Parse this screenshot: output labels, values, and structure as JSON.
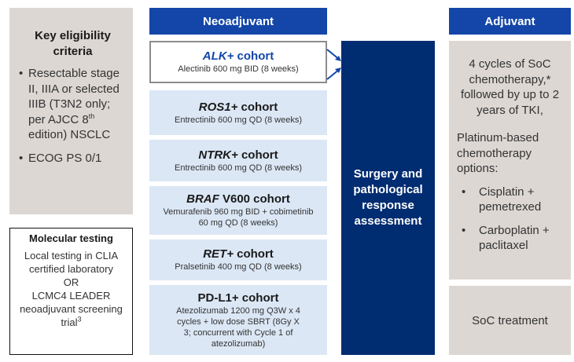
{
  "eligibility": {
    "title": "Key eligibility criteria",
    "item1_main": "Resectable stage II, IIIA or selected IIIB (T3N2 only; per AJCC 8",
    "item1_sup": "th",
    "item1_tail": " edition) NSCLC",
    "item2": "ECOG PS 0/1"
  },
  "molecular": {
    "title": "Molecular testing",
    "line1": "Local testing in CLIA certified laboratory",
    "line2": "OR",
    "line3": "LCMC4 LEADER neoadjuvant screening trial",
    "line3_sup": "3"
  },
  "neoadjuvant": {
    "header": "Neoadjuvant",
    "cohorts": [
      {
        "italic": "ALK+",
        "rest": " cohort",
        "drug": "Alectinib 600 mg BID (8 weeks)"
      },
      {
        "italic": "ROS1+",
        "rest": " cohort",
        "drug": "Entrectinib 600 mg QD (8 weeks)"
      },
      {
        "italic": "NTRK+",
        "rest": " cohort",
        "drug": "Entrectinib 600 mg QD (8 weeks)"
      },
      {
        "italic": "BRAF",
        "rest": " V600 cohort",
        "drug": "Vemurafenib 960 mg BID + cobimetinib 60 mg QD (8 weeks)"
      },
      {
        "italic": "RET+",
        "rest": " cohort",
        "drug": "Pralsetinib 400 mg QD (8 weeks)"
      },
      {
        "italic": "",
        "rest": "PD-L1+ cohort",
        "drug": "Atezolizumab 1200 mg Q3W x 4 cycles + low dose SBRT (8Gy X 3; concurrent with Cycle 1 of atezolizumab)"
      }
    ]
  },
  "surgery": {
    "label": "Surgery and pathological response assessment"
  },
  "adjuvant": {
    "header": "Adjuvant",
    "chemo": "4 cycles of SoC chemotherapy,* followed by up to 2 years of TKI,",
    "platinum": "Platinum-based chemotherapy options:",
    "options": [
      "Cisplatin + pemetrexed",
      "Carboplatin + paclitaxel"
    ],
    "soc": "SoC treatment"
  },
  "colors": {
    "header_blue": "#1346a8",
    "navy": "#002c71",
    "light_blue": "#dbe7f5",
    "grey": "#dcd7d3"
  }
}
